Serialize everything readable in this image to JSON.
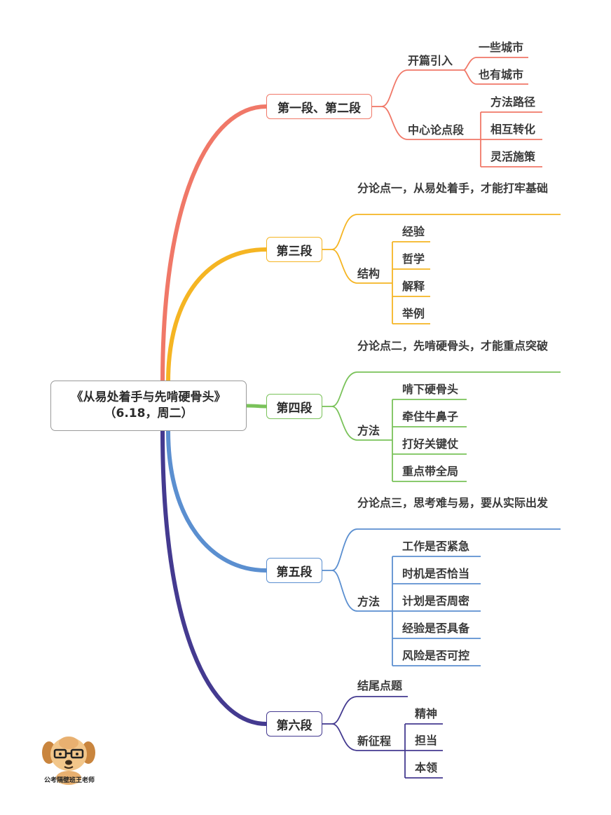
{
  "root": {
    "title": "《从易处着手与先啃硬骨头》",
    "subtitle": "（6.18，周二）"
  },
  "colors": {
    "s1": "#f07868",
    "s2": "#f5b523",
    "s3": "#7ac25a",
    "s4": "#5b8fd0",
    "s5": "#443a90"
  },
  "sections": {
    "s1": {
      "label": "第一段、第二段",
      "g1": "开篇引入",
      "g1a": "一些城市",
      "g1b": "也有城市",
      "g2": "中心论点段",
      "g2a": "方法路径",
      "g2b": "相互转化",
      "g2c": "灵活施策"
    },
    "s2": {
      "label": "第三段",
      "point": "分论点一，从易处着手，才能打牢基础",
      "g": "结构",
      "a": "经验",
      "b": "哲学",
      "c": "解释",
      "d": "举例"
    },
    "s3": {
      "label": "第四段",
      "point": "分论点二，先啃硬骨头，才能重点突破",
      "g": "方法",
      "a": "啃下硬骨头",
      "b": "牵住牛鼻子",
      "c": "打好关键仗",
      "d": "重点带全局"
    },
    "s4": {
      "label": "第五段",
      "point": "分论点三，思考难与易，要从实际出发",
      "g": "方法",
      "a": "工作是否紧急",
      "b": "时机是否恰当",
      "c": "计划是否周密",
      "d": "经验是否具备",
      "e": "风险是否可控"
    },
    "s5": {
      "label": "第六段",
      "g1": "结尾点题",
      "g2": "新征程",
      "a": "精神",
      "b": "担当",
      "c": "本领"
    }
  },
  "logo": {
    "text": "公考隔壁班王老师"
  }
}
